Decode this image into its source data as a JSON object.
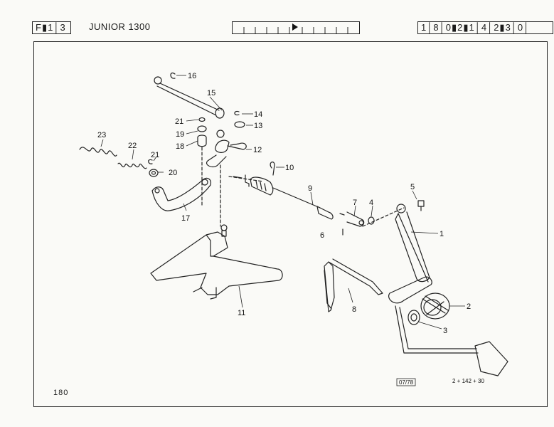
{
  "header": {
    "section_code": "F▮1│3",
    "model": "JUNIOR 1300",
    "part_number": "1│8│0▮2▮1│4│2▮3│0│"
  },
  "callouts": [
    "1",
    "2",
    "3",
    "4",
    "5",
    "6",
    "7",
    "8",
    "9",
    "10",
    "11",
    "12",
    "13",
    "14",
    "15",
    "16",
    "17",
    "18",
    "19",
    "20",
    "21",
    "21",
    "22",
    "23"
  ],
  "footer": {
    "page_number": "180",
    "date_code": "07/78",
    "ref_code": "2 + 142 + 30"
  }
}
